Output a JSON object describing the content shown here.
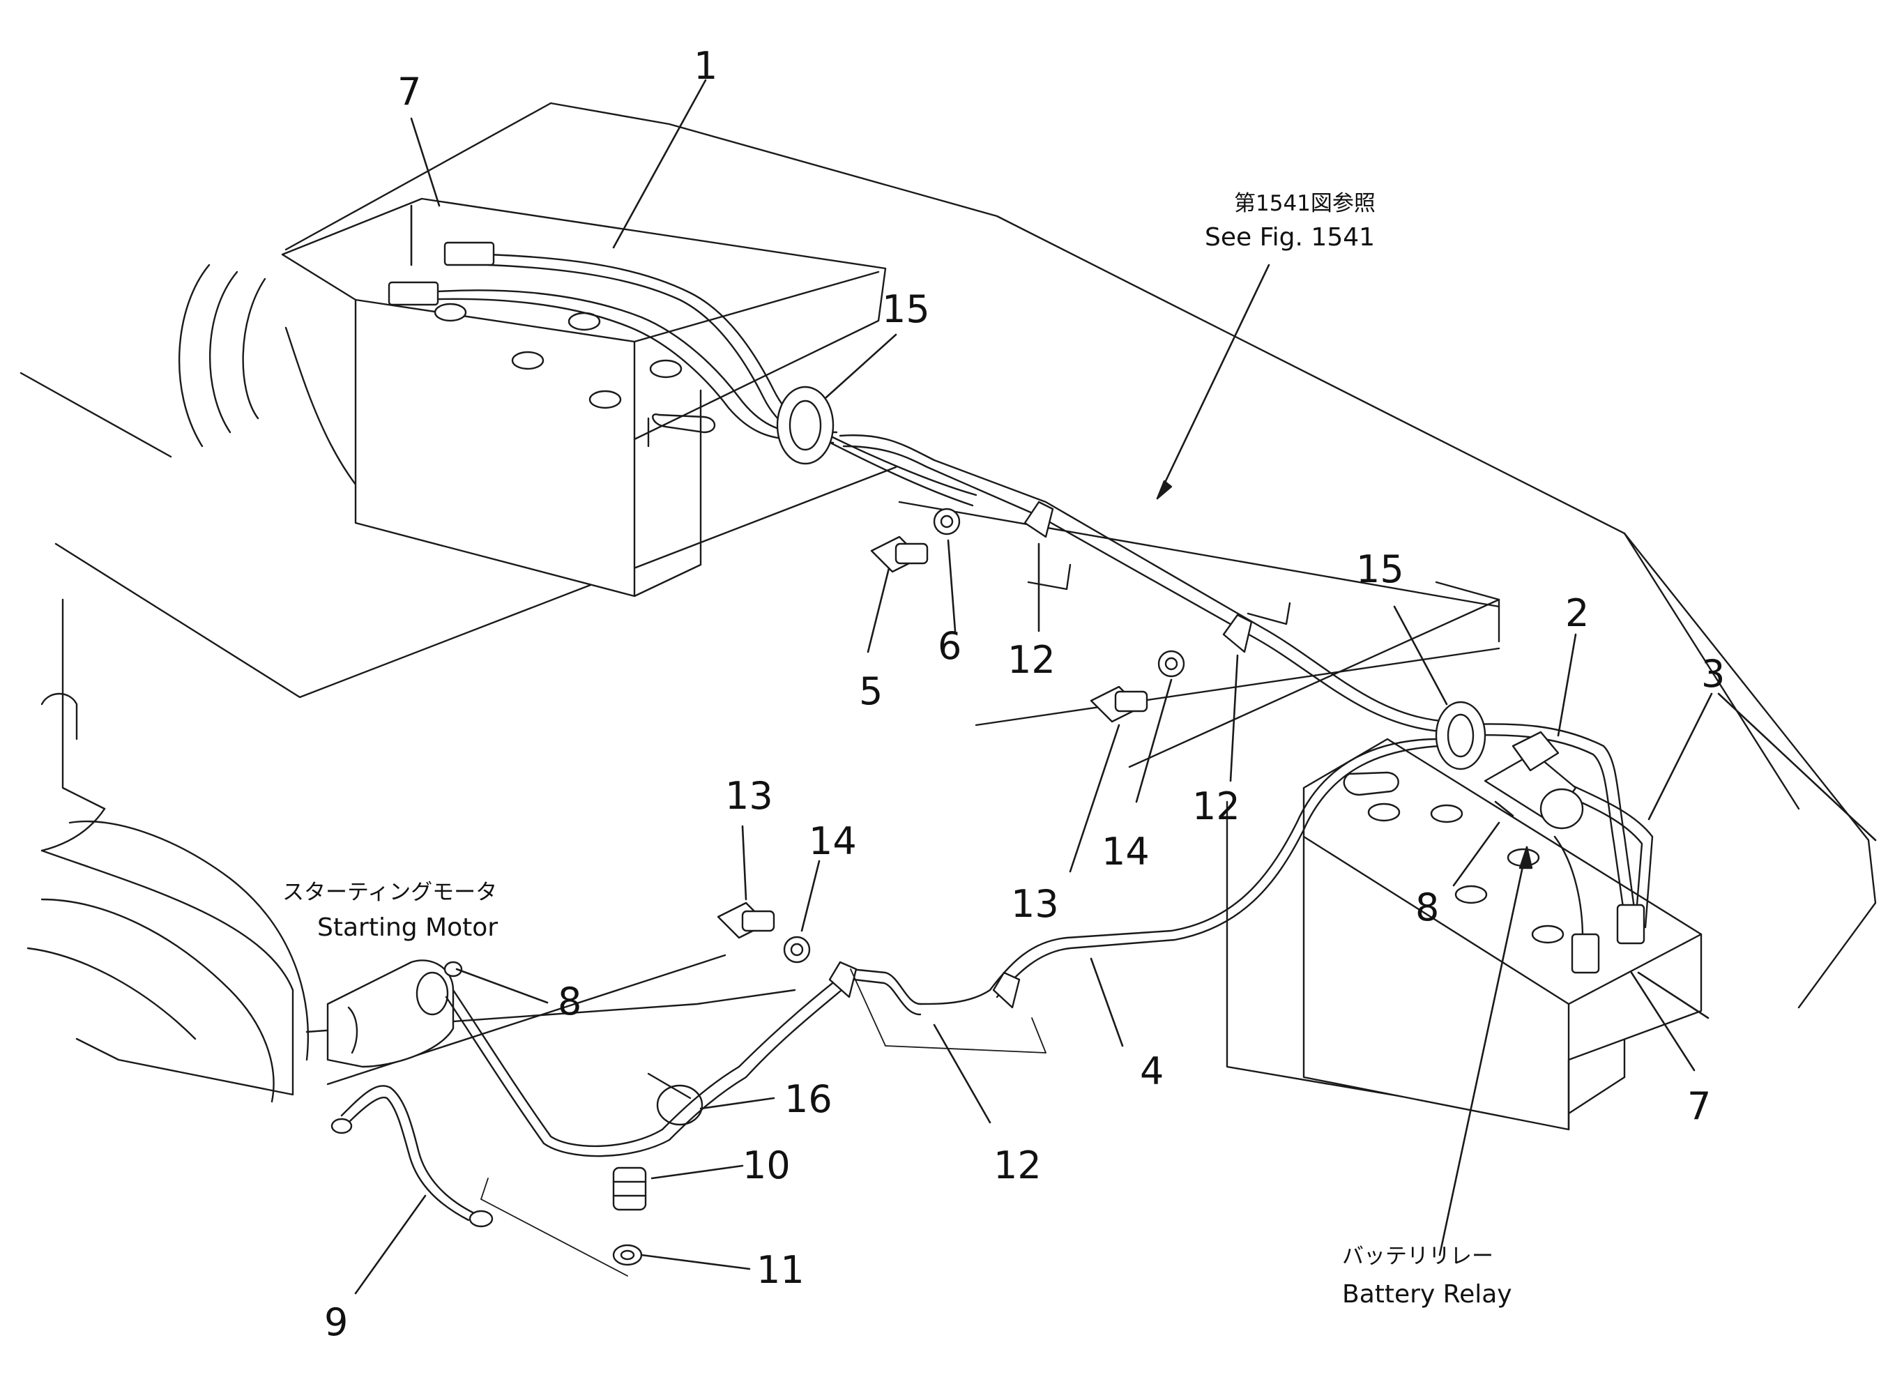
{
  "callouts": {
    "c1": "1",
    "c2": "2",
    "c3": "3",
    "c4": "4",
    "c5": "5",
    "c6": "6",
    "c7_left": "7",
    "c7_right": "7",
    "c8_motor": "8",
    "c8_relay": "8",
    "c9": "9",
    "c10": "10",
    "c11": "11",
    "c12_upper_a": "12",
    "c12_upper_b": "12",
    "c12_lower": "12",
    "c13_upper": "13",
    "c13_lower": "13",
    "c14_upper": "14",
    "c14_lower": "14",
    "c15_left": "15",
    "c15_right": "15",
    "c16": "16"
  },
  "labels": {
    "see_fig_jp": "第1541図参照",
    "see_fig_en": "See Fig. 1541",
    "starting_motor_jp": "スターティングモータ",
    "starting_motor_en": "Starting Motor",
    "battery_relay_jp": "バッテリリレー",
    "battery_relay_en": "Battery Relay"
  }
}
